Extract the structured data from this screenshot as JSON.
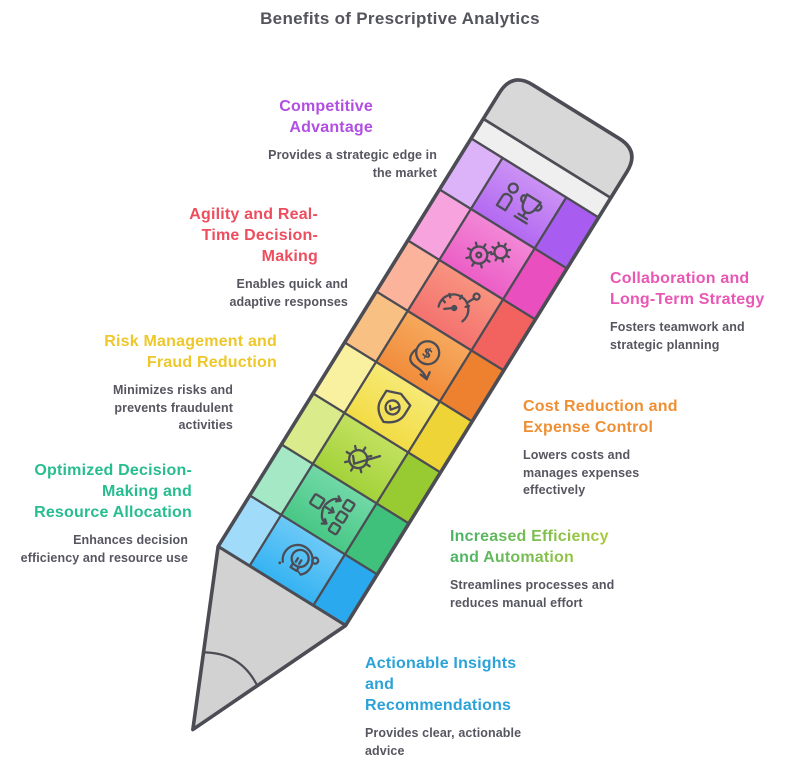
{
  "page_title": "Benefits of Prescriptive Analytics",
  "benefits": [
    {
      "title": "Competitive Advantage",
      "description": "Provides a strategic edge in the market",
      "title_color": "#b14ee3",
      "segment_color": "#b369f1",
      "icon": "trophy-person-icon",
      "side": "left"
    },
    {
      "title": "Collaboration and Long-Term Strategy",
      "description": "Fosters teamwork and strategic planning",
      "title_color": "#e957b4",
      "segment_color": "#ec5ec6",
      "icon": "gears-collaboration-icon",
      "side": "right"
    },
    {
      "title": "Agility and Real-Time Decision-Making",
      "description": "Enables quick and adaptive responses",
      "title_color": "#ee4d5e",
      "segment_color": "#f4726f",
      "icon": "speedometer-icon",
      "side": "left"
    },
    {
      "title": "Cost Reduction and Expense Control",
      "description": "Lowers costs and manages expenses effectively",
      "title_color": "#ef8f33",
      "segment_color": "#f18c3a",
      "icon": "dollar-reduction-icon",
      "side": "right"
    },
    {
      "title": "Risk Management and Fraud Reduction",
      "description": "Minimizes risks and prevents fraudulent activities",
      "title_color": "#eec72a",
      "segment_color": "#f2dc45",
      "icon": "shield-check-icon",
      "side": "left"
    },
    {
      "title": "Increased Efficiency and Automation",
      "description": "Streamlines processes and reduces manual effort",
      "title_color_start": "#4eb465",
      "title_color_end": "#a8c93a",
      "segment_color": "#a3d23a",
      "icon": "gear-check-icon",
      "side": "right"
    },
    {
      "title": "Optimized Decision-Making and Resource Allocation",
      "description": "Enhances decision efficiency and resource use",
      "title_color": "#27bd8f",
      "segment_color": "#48c785",
      "icon": "distribution-icon",
      "side": "left"
    },
    {
      "title": "Actionable Insights and Recommendations",
      "description": "Provides clear, actionable advice",
      "title_color": "#2ba3d8",
      "segment_color": "#35b3f2",
      "icon": "lightbulb-cycle-icon",
      "side": "right"
    }
  ],
  "pencil": {
    "eraser_color": "#d8d8d8",
    "ferrule_color": "#efefef",
    "wood_color": "#d2d2d2",
    "outline_color": "#4c4c54",
    "segments_top_to_bottom": [
      "trophy-person-icon",
      "gears-collaboration-icon",
      "speedometer-icon",
      "dollar-reduction-icon",
      "shield-check-icon",
      "gear-check-icon",
      "distribution-icon",
      "lightbulb-cycle-icon"
    ]
  }
}
